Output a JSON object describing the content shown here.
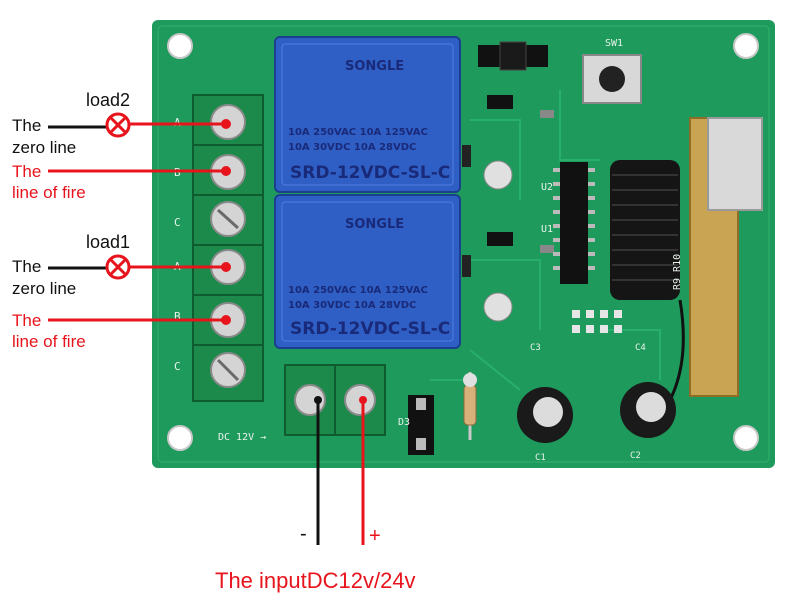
{
  "colors": {
    "pcb": "#1e9a5c",
    "relay": "#2f5fc4",
    "terminal": "#1c8a4a",
    "wire_red": "#e8141c",
    "wire_black": "#111111"
  },
  "loads": [
    {
      "name": "load2",
      "zero_line": [
        "The",
        "zero line"
      ],
      "fire_line": [
        "The",
        "line of fire"
      ]
    },
    {
      "name": "load1",
      "zero_line": [
        "The",
        "zero line"
      ],
      "fire_line": [
        "The",
        "line of fire"
      ]
    }
  ],
  "input": {
    "minus": "-",
    "plus": "+",
    "caption": "The inputDC12v/24v"
  },
  "board": {
    "dc_label": "DC 12V →",
    "relay_brand": "SONGLE",
    "relay_spec_1": "10A 250VAC  10A 125VAC",
    "relay_spec_2": "10A 30VDC   10A 28VDC",
    "relay_model": "SRD-12VDC-SL-C",
    "sw_label": "SW1",
    "u1": "U1",
    "u2": "U2",
    "d3": "D3",
    "c1": "C1",
    "c2": "C2",
    "c3": "C3",
    "c4": "C4",
    "r9r10": "R9 R10",
    "terminal_letters": [
      "A",
      "B",
      "C",
      "A",
      "B",
      "C"
    ]
  }
}
